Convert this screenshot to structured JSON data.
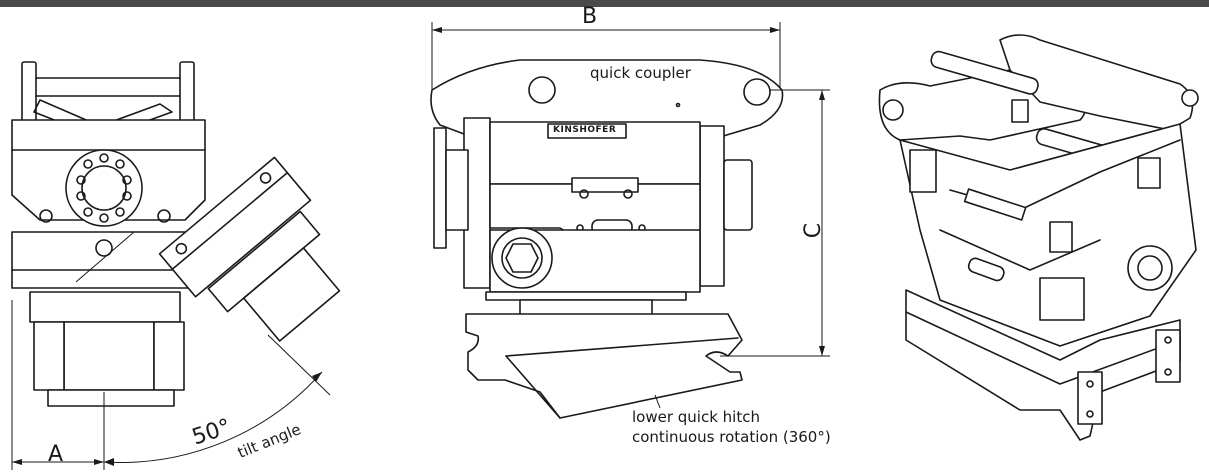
{
  "header": {
    "text": ""
  },
  "labels": {
    "dim_a": "A",
    "dim_b": "B",
    "dim_c": "C",
    "angle_value": "50°",
    "angle_caption": "tilt angle",
    "quick_coupler": "quick coupler",
    "lower_hitch": "lower quick hitch",
    "rotation": "continuous rotation (360°)",
    "brand": "KINSHOFER"
  },
  "values": {
    "tilt_angle_deg": 50,
    "rotation_deg": 360
  }
}
